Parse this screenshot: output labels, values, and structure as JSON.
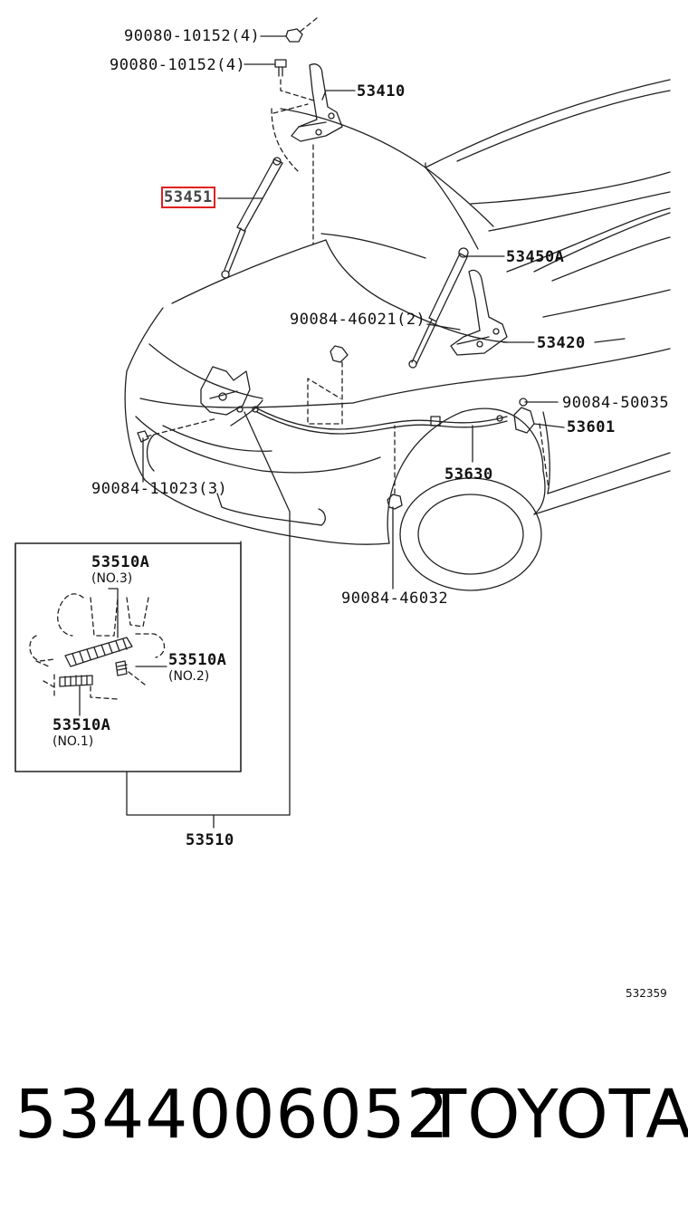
{
  "labels": {
    "bolt_top": "90080-10152(4)",
    "bolt_second": "90080-10152(4)",
    "hinge_lh": "53410",
    "support_rod": "53451",
    "support_rod_a": "53450A",
    "clip_mid": "90084-46021(2)",
    "hinge_rh": "53420",
    "screw_right": "90084-50035",
    "lever": "53601",
    "cable": "53630",
    "bolt_left": "90084-11023(3)",
    "clip_lower": "90084-46032",
    "latch_assy": "53510"
  },
  "inset": {
    "part_no3": "53510A",
    "note_no3": "(NO.3)",
    "part_no2": "53510A",
    "note_no2": "(NO.2)",
    "part_no1": "53510A",
    "note_no1": "(NO.1)"
  },
  "illustration_code": "532359",
  "footer": {
    "part_number": "5344006052",
    "brand": "TOYOTA"
  },
  "highlight_color": "#e02020"
}
